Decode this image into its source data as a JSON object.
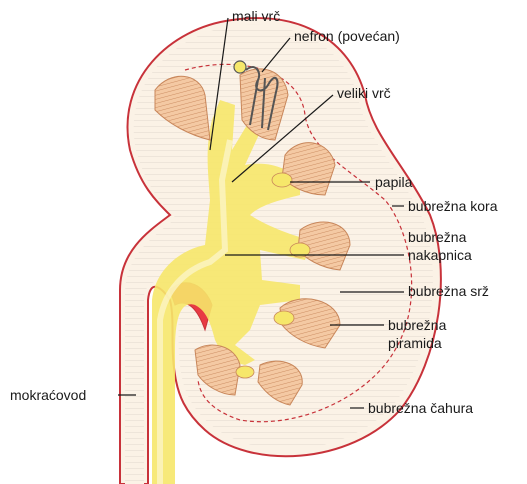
{
  "diagram": {
    "labels": {
      "mali_vrc": "mali vrč",
      "nefron": "nefron (povećan)",
      "veliki_vrc": "veliki vrč",
      "papila": "papila",
      "kora": "bubrežna kora",
      "nakapnica_1": "bubrežna",
      "nakapnica_2": "nakapnica",
      "srz": "bubrežna srž",
      "piramida_1": "bubrežna",
      "piramida_2": "piramida",
      "mokracovod": "mokraćovod",
      "cahura": "bubrežna čahura"
    },
    "colors": {
      "capsule_outline": "#c8323a",
      "capsule_fill": "#e83a44",
      "cortex": "#fbf2e6",
      "cortex_stripe": "#d8cfc6",
      "pelvis": "#f6e76a",
      "pelvis_light": "#fbf4c6",
      "pyramid": "#f4c9a3",
      "pyramid_line": "#c8865a",
      "nephron": "#555555",
      "leader": "#1a1a1a"
    }
  }
}
